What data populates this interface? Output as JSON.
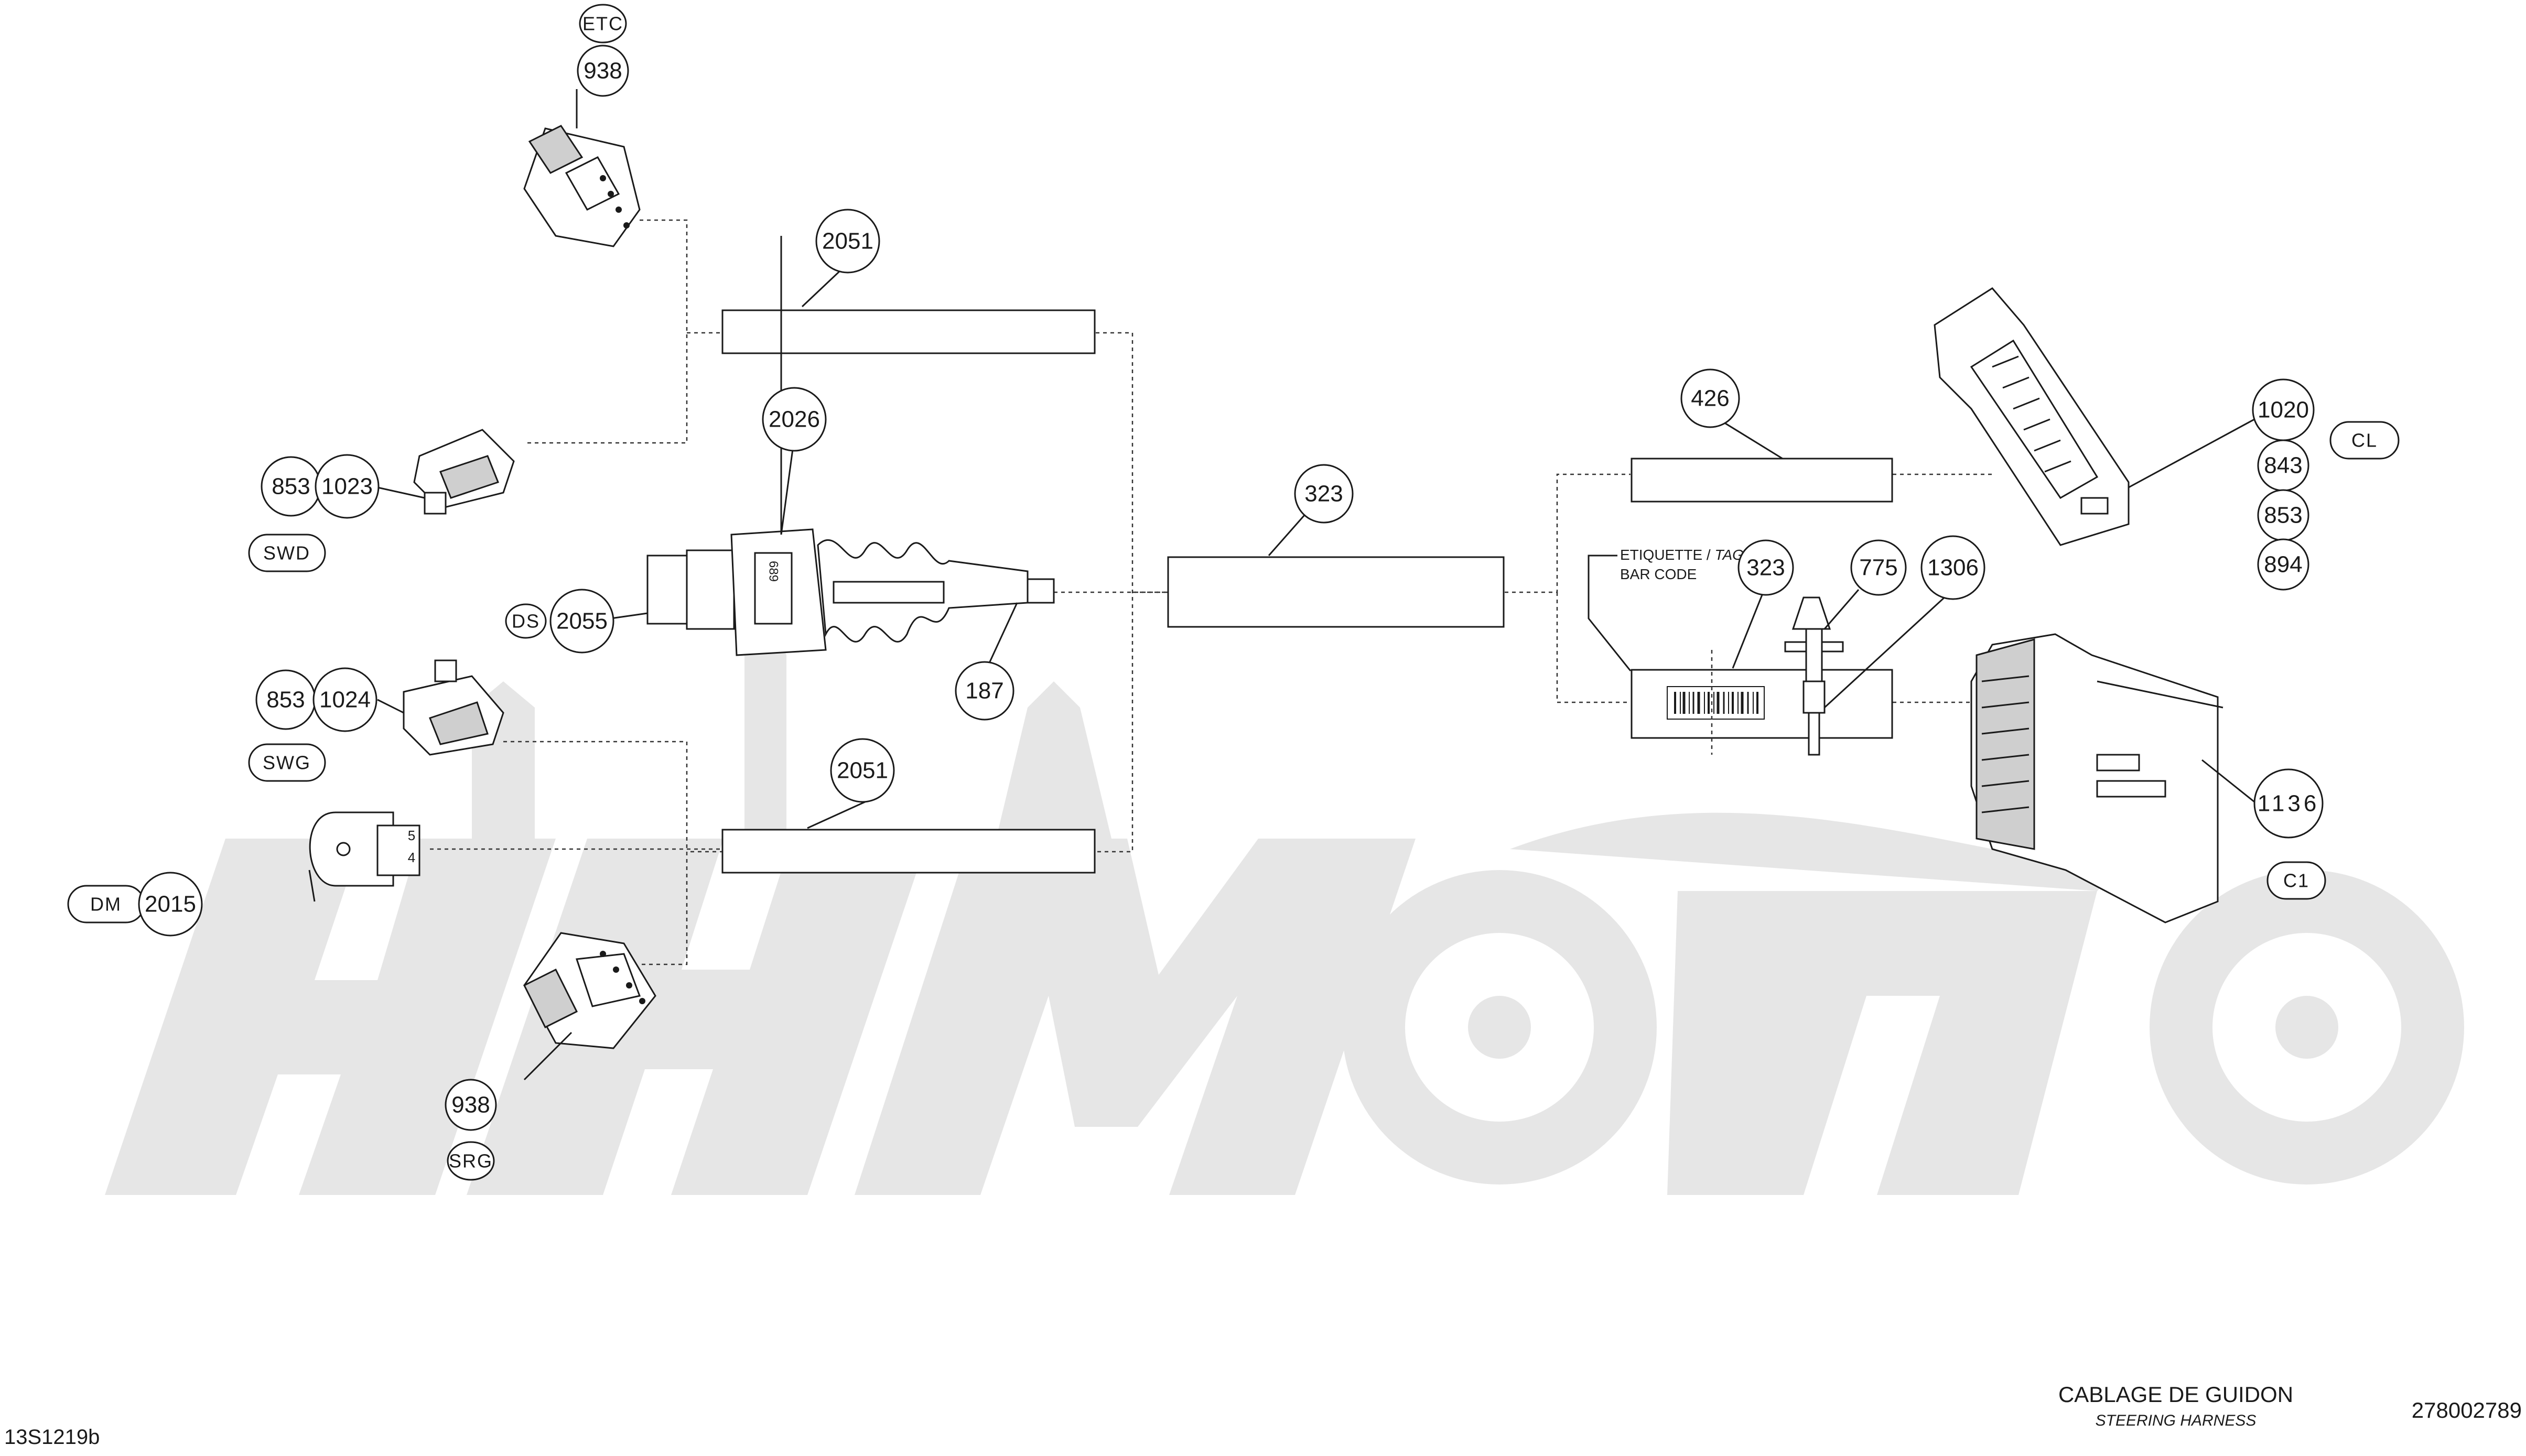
{
  "parts": {
    "top_connector_no": "938",
    "top_connector_code": "ETC",
    "switch_upper_code_a": "853",
    "switch_upper_code_b": "1023",
    "switch_upper_tag": "SWD",
    "ds_code": "DS",
    "ds_no": "2055",
    "switch_lower_code_a": "853",
    "switch_lower_code_b": "1024",
    "switch_lower_tag": "SWG",
    "dm_code": "DM",
    "dm_no": "2015",
    "bottom_connector_no": "938",
    "bottom_connector_code": "SRG",
    "sleeve_top_no": "2051",
    "sleeve_bottom_no": "2051",
    "boot_no": "2026",
    "boot_label": "689",
    "end_no": "187",
    "main_no": "323",
    "tag_no": "426",
    "barcode_no": "323",
    "pin_no": "775",
    "tie_no": "1306",
    "cl_codes": [
      "1020",
      "843",
      "853",
      "894"
    ],
    "cl_tag": "CL",
    "c1_no": "1136",
    "c1_tag": "C1",
    "dm_pins": [
      "5",
      "4"
    ]
  },
  "labels": {
    "etiquette": "ETIQUETTE /",
    "tag": "TAG",
    "bar_code": "BAR CODE"
  },
  "footer": {
    "title_fr": "CABLAGE DE GUIDON",
    "title_en": "STEERING HARNESS",
    "part_number": "278002789",
    "drawing_ref": "13S1219b"
  },
  "watermark": {
    "color": "#e6e6e6"
  }
}
